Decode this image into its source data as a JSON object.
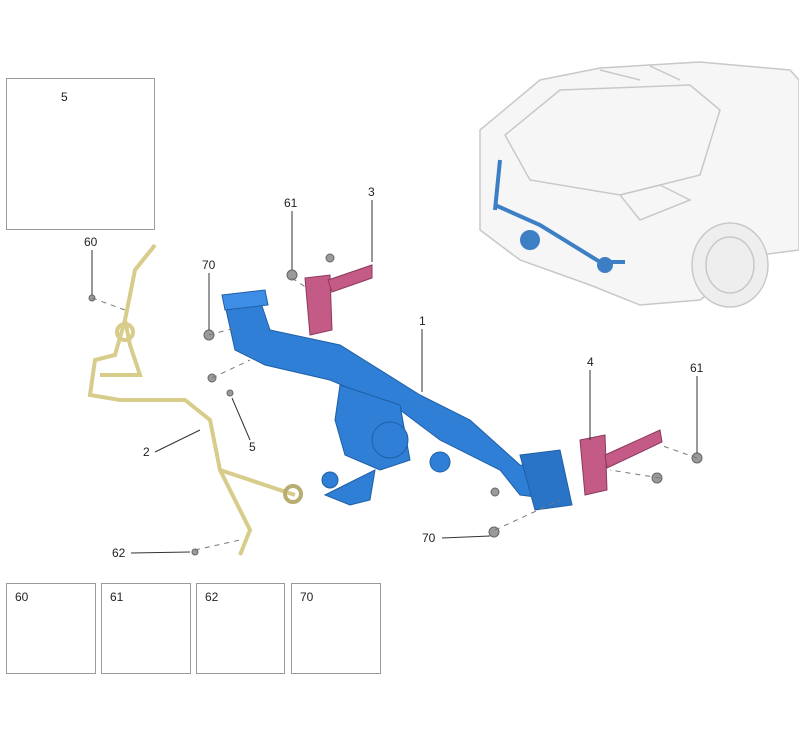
{
  "diagram": {
    "callouts": {
      "inset_clip": "5",
      "bolt_60": "60",
      "bolt_61_left": "61",
      "bracket_3": "3",
      "nut_70_top": "70",
      "tow_bar_1": "1",
      "harness_2": "2",
      "clip_5": "5",
      "bracket_4": "4",
      "bolt_61_right": "61",
      "bolt_62": "62",
      "nut_70_bottom": "70"
    },
    "fastener_boxes": [
      {
        "label": "60"
      },
      {
        "label": "61"
      },
      {
        "label": "62"
      },
      {
        "label": "70"
      }
    ],
    "colors": {
      "towbar": "#2f7fd6",
      "bracket": "#c45a86",
      "harness": "#d8cc8a",
      "hardware": "#a8a8a8",
      "car_outline": "#c8c8c8"
    }
  }
}
